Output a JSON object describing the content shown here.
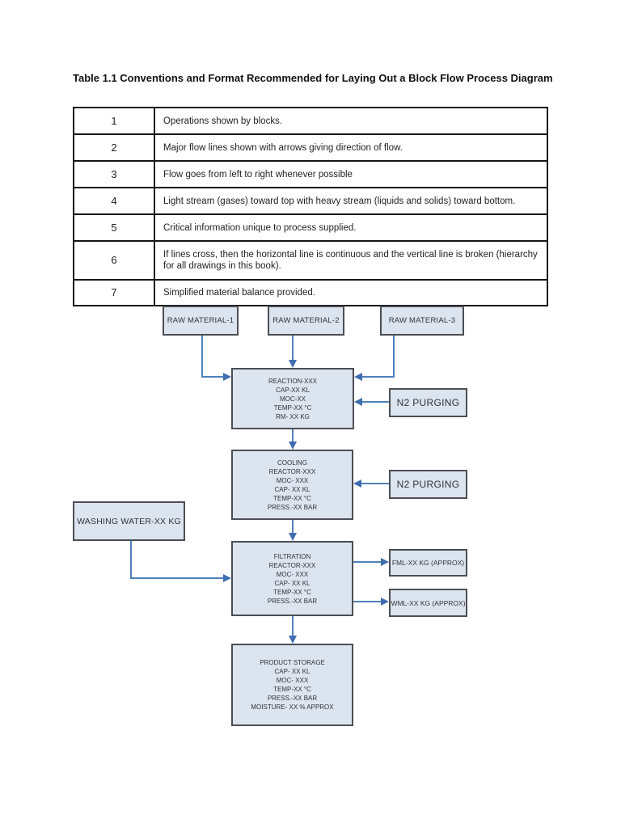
{
  "page": {
    "title": "Table 1.1 Conventions and Format Recommended for Laying Out a Block Flow Process Diagram"
  },
  "table": {
    "rows": [
      {
        "num": "1",
        "text": "Operations shown by blocks."
      },
      {
        "num": "2",
        "text": "Major flow lines shown with arrows giving direction of flow."
      },
      {
        "num": "3",
        "text": "Flow goes from left to right whenever possible"
      },
      {
        "num": "4",
        "text": "Light stream (gases) toward top with heavy stream (liquids and solids) toward bottom."
      },
      {
        "num": "5",
        "text": "Critical information unique to process supplied."
      },
      {
        "num": "6",
        "text": "If lines cross, then the horizontal line is continuous and the vertical line is broken (hierarchy for all drawings in this book)."
      },
      {
        "num": "7",
        "text": "Simplified material balance provided."
      }
    ]
  },
  "diagram": {
    "raw_material_1": "RAW MATERIAL-1",
    "raw_material_2": "RAW MATERIAL-2",
    "raw_material_3": "RAW MATERIAL-3",
    "reaction": "REACTION-XXX\nCAP-XX KL\nMOC-XX\nTEMP-XX °C\nRM-  XX KG",
    "n2_purging_1": "N2 PURGING",
    "cooling": "COOLING\nREACTOR-XXX\nMOC- XXX\nCAP- XX KL\nTEMP-XX °C\nPRESS.-XX BAR",
    "n2_purging_2": "N2 PURGING",
    "washing_water": "WASHING WATER-XX KG",
    "filtration": "FILTRATION\nREACTOR-XXX\nMOC- XXX\nCAP- XX KL\nTEMP-XX °C\nPRESS.-XX BAR",
    "fml": "FML-XX KG (APPROX)",
    "wml": "WML-XX KG (APPROX)",
    "product_storage": "PRODUCT STORAGE\nCAP- XX KL\nMOC- XXX\nTEMP-XX °C\nPRESS.-XX BAR\nMOISTURE- XX % APPROX",
    "colors": {
      "node_fill": "#dce4f0",
      "node_border": "#4d4e53",
      "arrow": "#4f81bd"
    }
  }
}
